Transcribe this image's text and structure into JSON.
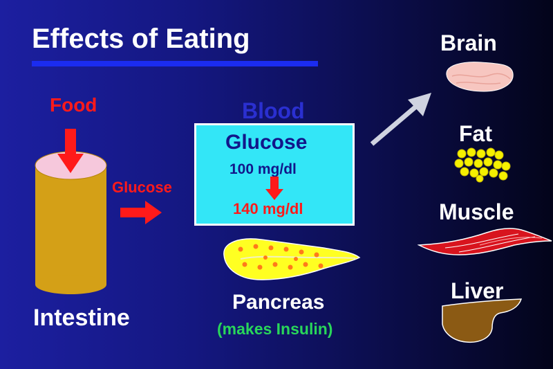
{
  "slide": {
    "title": "Effects of Eating",
    "food_label": "Food",
    "intestine_label": "Intestine",
    "glucose_label": "Glucose",
    "blood_label": "Blood",
    "glucose_box": {
      "title": "Glucose",
      "before": "100 mg/dl",
      "after": "140 mg/dl"
    },
    "pancreas_label": "Pancreas",
    "pancreas_sub": "(makes Insulin)",
    "organs": {
      "brain": "Brain",
      "fat": "Fat",
      "muscle": "Muscle",
      "liver": "Liver"
    }
  },
  "colors": {
    "background_left": "#1c1fa0",
    "background_right": "#03041a",
    "title_rule": "#1b2cf0",
    "arrow_red": "#ff1a1a",
    "box_fill": "#33e6f7",
    "box_text": "#12168a",
    "pancreas_fill": "#ffff22",
    "pancreas_sub_text": "#29d65a",
    "intestine_fill": "#d4a017",
    "fat_fill": "#f5f000",
    "liver_fill": "#8b5a14",
    "brain_fill": "#f7c6c0",
    "muscle_fill": "#d8141e"
  },
  "icons": [
    "food-down-arrow",
    "glucose-right-arrow",
    "glucose-rise-arrow",
    "distribution-arrow",
    "intestine-cylinder",
    "pancreas-shape",
    "brain-shape",
    "fat-globules",
    "muscle-strand",
    "liver-shape"
  ]
}
